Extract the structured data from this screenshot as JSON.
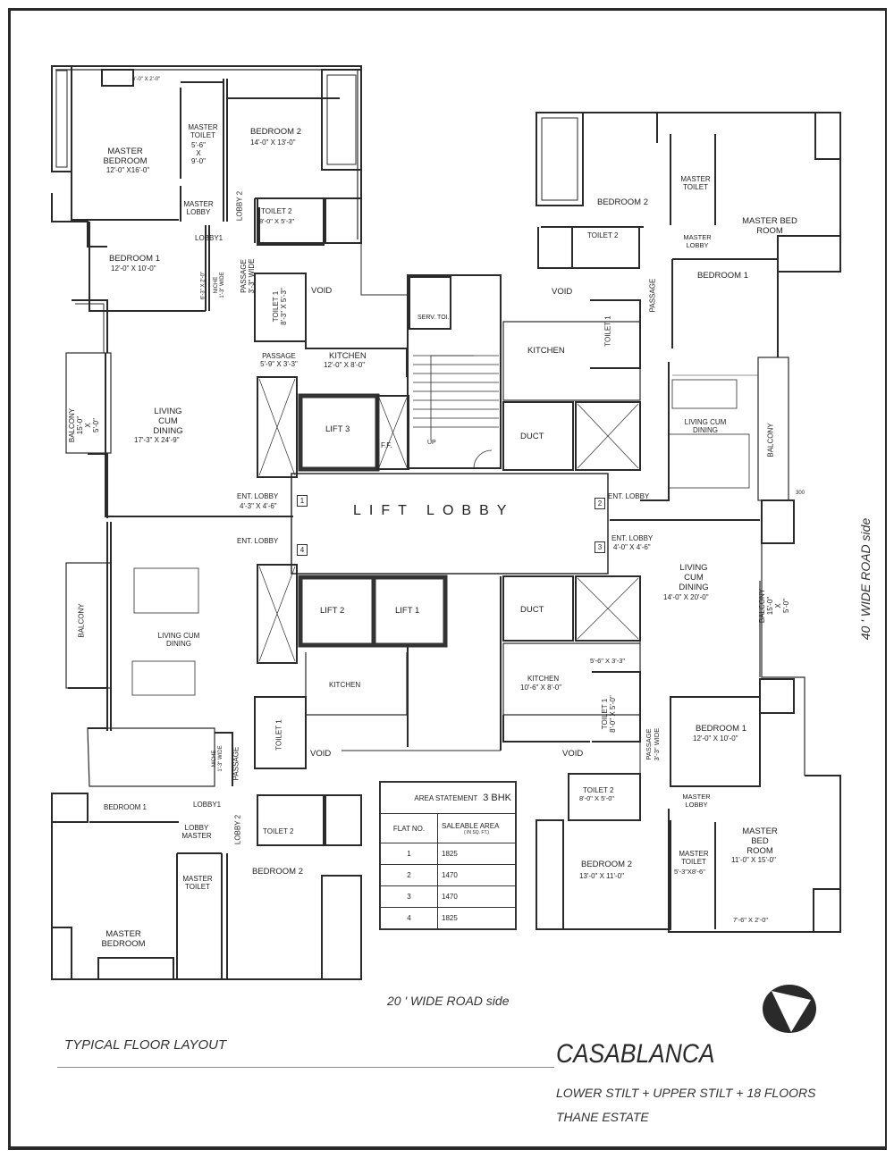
{
  "drawing": {
    "type": "architectural floor plan",
    "title": "CASABLANCA",
    "layout_label": "TYPICAL FLOOR LAYOUT",
    "subtitle_1": "LOWER STILT + UPPER STILT + 18 FLOORS",
    "subtitle_2": "THANE ESTATE",
    "road_bottom": "20 ' WIDE ROAD  side",
    "road_right": "40 ' WIDE ROAD  side"
  },
  "core": {
    "lift_lobby": "LIFT LOBBY",
    "lift1": "LIFT 1",
    "lift2": "LIFT 2",
    "lift3": "LIFT 3",
    "ff": "F.F.",
    "serv_toilet": "SERV. TOI.",
    "stair_up": "UP",
    "duct": "DUCT",
    "flat_numbers": [
      "1",
      "2",
      "3",
      "4"
    ]
  },
  "flat1": {
    "master_bedroom": "MASTER\nBEDROOM",
    "master_bedroom_dim": "12'-0\" X16'-0\"",
    "wardrobe_dim": "6'-0\" X 2'-0\"",
    "master_toilet": "MASTER\nTOILET",
    "master_toilet_dim": "5'-6\"\nX\n9'-0\"",
    "bedroom2": "BEDROOM 2",
    "bedroom2_dim": "14'-0\"  X 13'-0\"",
    "master_lobby": "MASTER\nLOBBY",
    "lobby1": "LOBBY1",
    "lobby2": "LOBBY 2",
    "toilet2": "TOILET 2",
    "toilet2_dim": "8'-0\" X 5'-3\"",
    "bedroom1": "BEDROOM 1",
    "bedroom1_dim": "12'-0\" X 10'-0\"",
    "niche_dim": "6'-3\" X 2'-0\"",
    "niche": "NICHE\n1'-3\" WIDE",
    "passage": "PASSAGE\n3'-3\" WIDE",
    "toilet1": "TOILET 1\n8'-3\" X 5'-3\"",
    "void": "VOID",
    "passage2": "PASSAGE\n5'-9\" X 3'-3\"",
    "kitchen": "KITCHEN",
    "kitchen_dim": "12'-0\" X 8'-0\"",
    "living": "LIVING\nCUM\nDINING",
    "living_dim": "17'-3\" X 24'-9\"",
    "balcony": "BALCONY\n15'-0\"\nX\n5'-0\"",
    "ent_lobby": "ENT. LOBBY",
    "ent_lobby_dim": "4'-3\" X 4'-6\""
  },
  "flat2": {
    "bedroom2": "BEDROOM 2",
    "master_toilet": "MASTER\nTOILET",
    "master_bed_room": "MASTER BED\nROOM",
    "master_lobby": "MASTER\nLOBBY",
    "toilet2": "TOILET 2",
    "void": "VOID",
    "passage": "PASSAGE",
    "bedroom1": "BEDROOM 1",
    "toilet1": "TOILET 1",
    "kitchen": "KITCHEN",
    "living": "LIVING CUM\nDINING",
    "balcony": "BALCONY",
    "ent_lobby": "ENT. LOBBY",
    "planter_label": "300"
  },
  "flat3": {
    "ent_lobby": "ENT. LOBBY",
    "ent_lobby_dim": "4'-0\" X 4'-6\"",
    "living": "LIVING\nCUM\nDINING",
    "living_dim": "14'-0\" X 20'-0\"",
    "balcony": "BALCONY\n15'-0\"\nX\n5'-0\"",
    "passage_dim": "5'-6\" X 3'-3\"",
    "kitchen": "KITCHEN",
    "kitchen_dim": "10'-6\" X 8'-0\"",
    "toilet1": "TOILET 1\n8'-0\" X 5'-0\"",
    "void": "VOID",
    "passage": "PASSAGE\n3'-3\" WIDE",
    "bedroom1": "BEDROOM 1",
    "bedroom1_dim": "12'-0\" X 10'-0\"",
    "toilet2": "TOILET 2",
    "toilet2_dim": "8'-0\" X 5'-0\"",
    "master_lobby": "MASTER\nLOBBY",
    "bedroom2": "BEDROOM 2",
    "bedroom2_dim": "13'-0\"  X 11'-0\"",
    "master_toilet": "MASTER\nTOILET",
    "master_toilet_dim": "5'-3\"X8'-6\"",
    "master_bed_room": "MASTER\nBED\nROOM",
    "master_bed_room_dim": "11'-0\" X 15'-0\"",
    "wardrobe_dim": "7'-6\" X 2'-0\""
  },
  "flat4": {
    "ent_lobby": "ENT. LOBBY",
    "balcony": "BALCONY",
    "living": "LIVING CUM\nDINING",
    "kitchen": "KITCHEN",
    "toilet1": "TOILET 1",
    "void": "VOID",
    "bedroom1": "BEDROOM 1",
    "niche": "NICHE\n1'-3\" WIDE",
    "passage": "PASSAGE",
    "lobby1": "LOBBY1",
    "lobby_master": "LOBBY\nMASTER",
    "lobby2": "LOBBY 2",
    "toilet2": "TOILET 2",
    "master_toilet": "MASTER\nTOILET",
    "master_bedroom": "MASTER\nBEDROOM",
    "bedroom2": "BEDROOM 2"
  },
  "area_statement": {
    "title": "AREA STATEMENT",
    "type": "3 BHK",
    "col_flat": "FLAT NO.",
    "col_area": "SALEABLE AREA",
    "col_area_unit": "( IN SQ. FT.)",
    "rows": [
      {
        "flat": "1",
        "area": "1825"
      },
      {
        "flat": "2",
        "area": "1470"
      },
      {
        "flat": "3",
        "area": "1470"
      },
      {
        "flat": "4",
        "area": "1825"
      }
    ]
  },
  "chart_data": {
    "type": "table",
    "title": "AREA STATEMENT 3 BHK",
    "columns": [
      "FLAT NO.",
      "SALEABLE AREA (IN SQ. FT.)"
    ],
    "rows": [
      [
        "1",
        1825
      ],
      [
        "2",
        1470
      ],
      [
        "3",
        1470
      ],
      [
        "4",
        1825
      ]
    ]
  }
}
